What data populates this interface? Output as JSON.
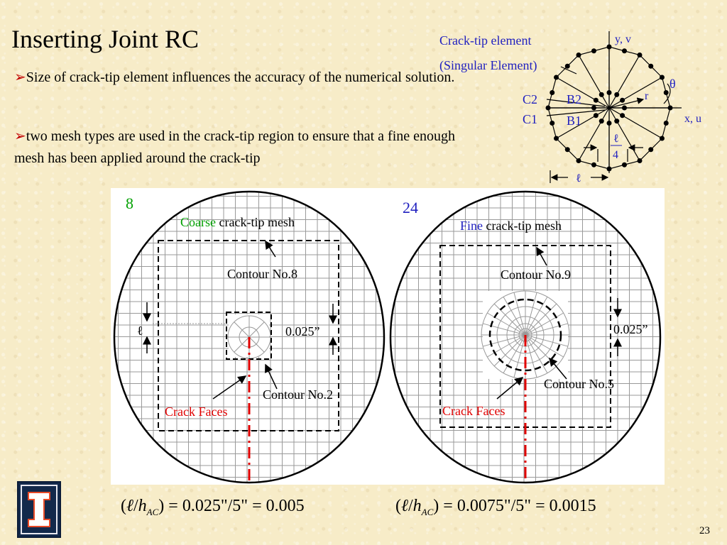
{
  "slide": {
    "title": "Inserting Joint RC",
    "bullets": [
      "Size of crack-tip element influences the accuracy of the numerical solution.",
      "two mesh types are used in the crack-tip region to ensure that a fine enough mesh has been applied around the crack-tip"
    ],
    "bullet_marker": "➢",
    "page_number": "23"
  },
  "element_diagram": {
    "label_line1": "Crack-tip element",
    "label_line2": "(Singular Element)",
    "axis_y": "y, v",
    "axis_x": "x, u",
    "theta": "θ",
    "r": "r",
    "c2": "C2",
    "c1": "C1",
    "b2": "B2",
    "b1": "B1",
    "frac_num": "ℓ",
    "frac_den": "4",
    "bottom_len": "ℓ"
  },
  "coarse_mesh": {
    "number": "8",
    "title_colored": "Coarse",
    "title_rest": " crack-tip mesh",
    "outer_contour": "Contour No.8",
    "inner_contour": "Contour No.2",
    "dim": "0.025”",
    "ell": "ℓ",
    "crack": "Crack Faces",
    "formula": "= 0.025\"/5\" = 0.005"
  },
  "fine_mesh": {
    "number": "24",
    "title_colored": "Fine",
    "title_rest": " crack-tip mesh",
    "outer_contour": "Contour No.9",
    "inner_contour": "Contour No.5",
    "dim": "0.025”",
    "crack": "Crack Faces",
    "formula": "= 0.0075\"/5\" = 0.0015"
  },
  "formula_common": {
    "open": "(",
    "ell": "ℓ",
    "slash": "/",
    "h": "h",
    "sub": "AC",
    "close": ")"
  },
  "colors": {
    "background": "#f7ecc8",
    "blue_text": "#1f1fbf",
    "red": "#e00000",
    "green": "#00a000"
  }
}
